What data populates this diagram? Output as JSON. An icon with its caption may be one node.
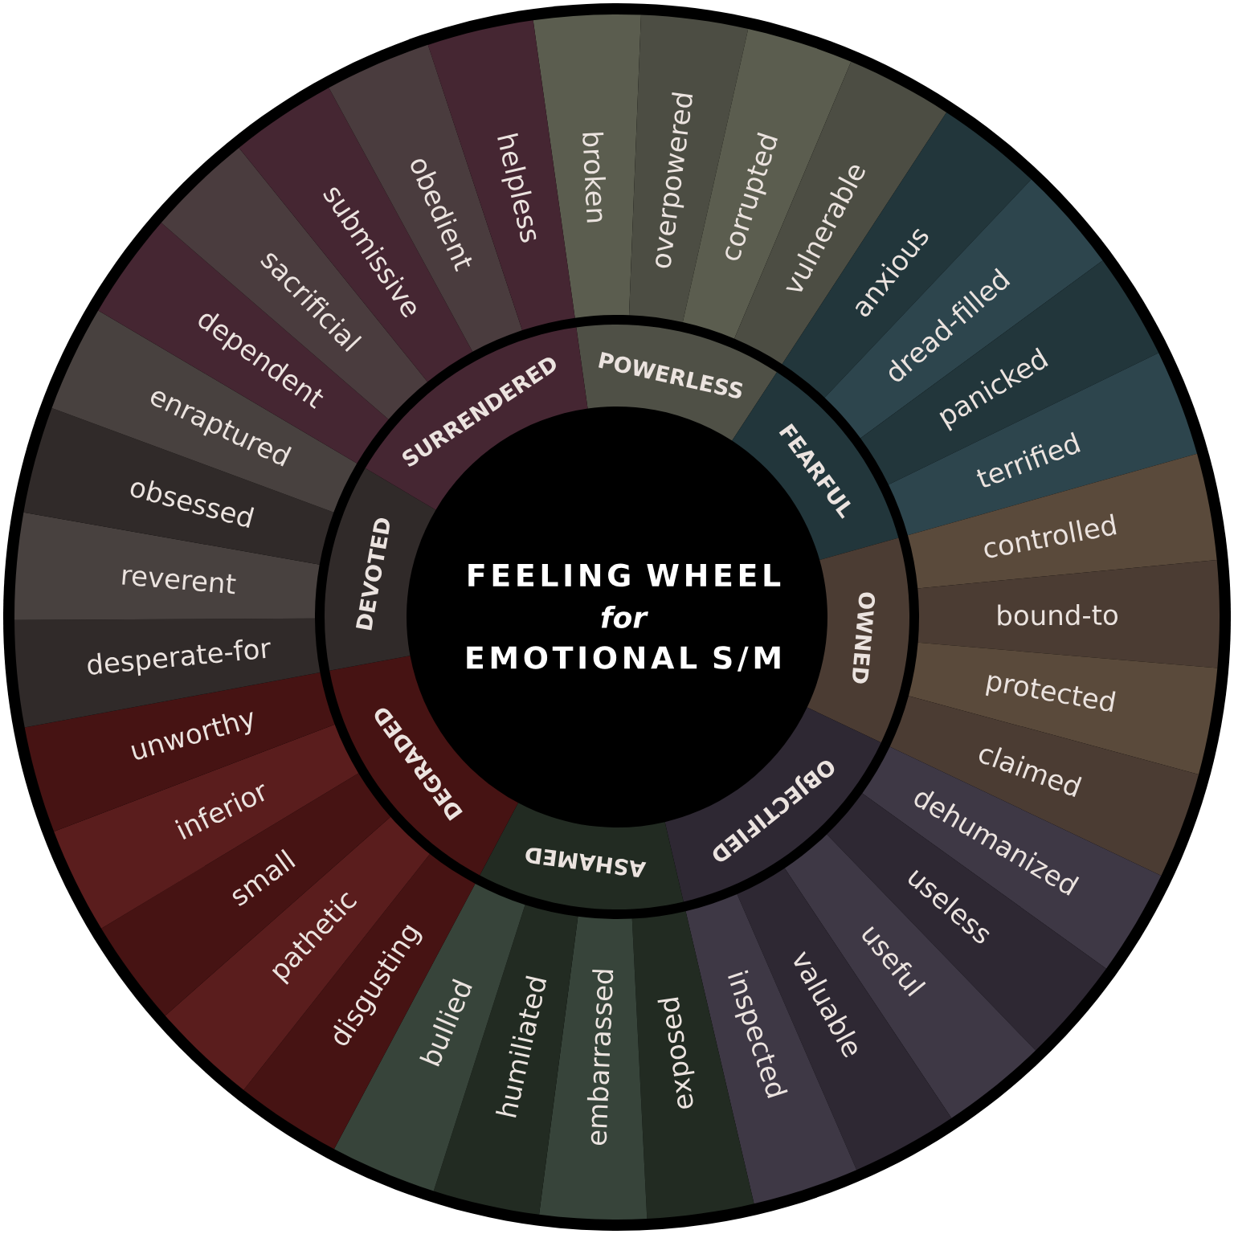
{
  "diagram": {
    "nodes": [
      {
        "text": [
          "POWERLESS"
        ]
      },
      {
        "text": [
          "FEARFUL"
        ]
      },
      {
        "text": [
          "OWNED"
        ]
      },
      {
        "text": [
          "OBJECTIFIED"
        ]
      },
      {
        "text": [
          "ASHAMED"
        ]
      },
      {
        "text": [
          "DEGRADED"
        ]
      },
      {
        "text": [
          "DEVOTED"
        ]
      },
      {
        "text": [
          "SURRENDERED"
        ]
      },
      {
        "text": [
          "broken"
        ]
      },
      {
        "text": [
          "overpowered"
        ]
      },
      {
        "text": [
          "corrupted"
        ]
      },
      {
        "text": [
          "vulnerable"
        ]
      },
      {
        "text": [
          "anxious"
        ]
      },
      {
        "text": [
          "dread-filled"
        ]
      },
      {
        "text": [
          "panicked"
        ]
      },
      {
        "text": [
          "terrified"
        ]
      },
      {
        "text": [
          "controlled"
        ]
      },
      {
        "text": [
          "bound-to"
        ]
      },
      {
        "text": [
          "protected"
        ]
      },
      {
        "text": [
          "claimed"
        ]
      },
      {
        "text": [
          "dehumanized"
        ]
      },
      {
        "text": [
          "useless"
        ]
      },
      {
        "text": [
          "useful"
        ]
      },
      {
        "text": [
          "valuable"
        ]
      },
      {
        "text": [
          "inspected"
        ]
      },
      {
        "text": [
          "exposed"
        ]
      },
      {
        "text": [
          "embarrassed"
        ]
      },
      {
        "text": [
          "humiliated"
        ]
      },
      {
        "text": [
          "bullied"
        ]
      },
      {
        "text": [
          "disgusting"
        ]
      },
      {
        "text": [
          "pathetic"
        ]
      },
      {
        "text": [
          "small"
        ]
      },
      {
        "text": [
          "inferior"
        ]
      },
      {
        "text": [
          "unworthy"
        ]
      },
      {
        "text": [
          "desperate-for"
        ]
      },
      {
        "text": [
          "reverent"
        ]
      },
      {
        "text": [
          "obsessed"
        ]
      },
      {
        "text": [
          "enraptured"
        ]
      },
      {
        "text": [
          "dependent"
        ]
      },
      {
        "text": [
          "sacrificial"
        ]
      },
      {
        "text": [
          "submissive"
        ]
      },
      {
        "text": [
          "obedient"
        ]
      },
      {
        "text": [
          "helpless"
        ]
      }
    ],
    "labels": [
      "FEELING WHEEL",
      "for",
      "EMOTIONAL S/M"
    ]
  }
}
